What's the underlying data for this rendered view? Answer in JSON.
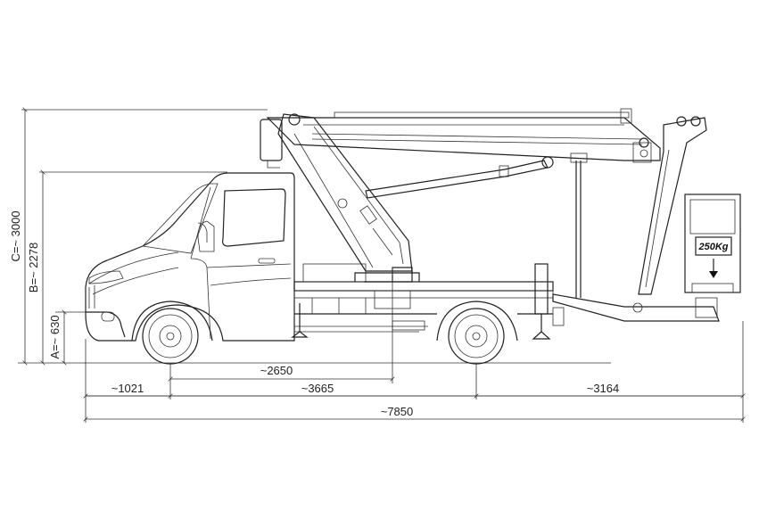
{
  "dimensions": {
    "height_c": "C=~ 3000",
    "height_b": "B=~ 2278",
    "height_a": "A=~ 630",
    "front_overhang": "~1021",
    "boom_reach": "~2650",
    "wheelbase": "~3665",
    "rear_overhang": "~3164",
    "total_length": "~7850"
  },
  "basket": {
    "load_label": "250Kg"
  }
}
